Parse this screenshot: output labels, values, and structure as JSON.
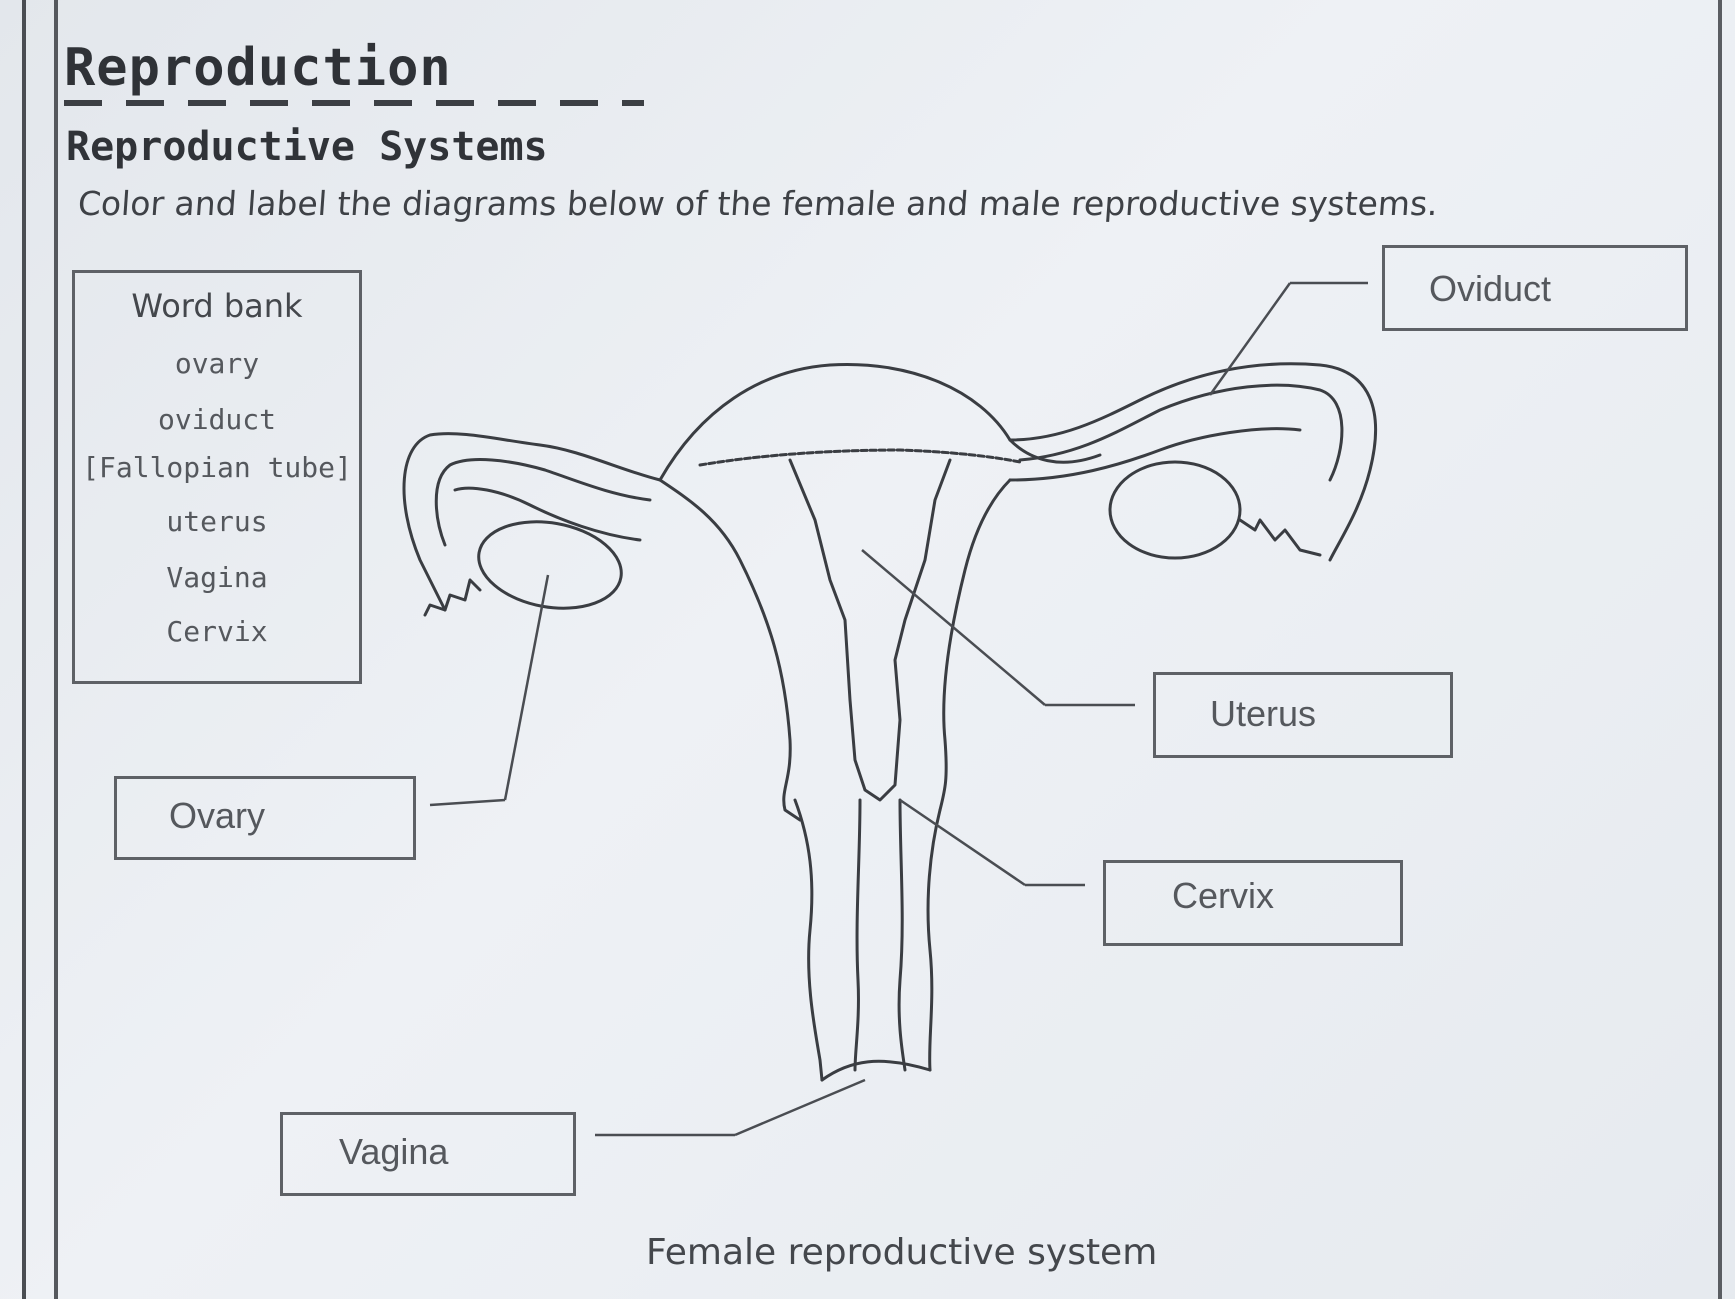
{
  "title": "Reproduction",
  "subtitle": "Reproductive Systems",
  "instructions": "Color and label the diagrams below of the female and male reproductive systems.",
  "word_bank": {
    "title": "Word bank",
    "items": [
      "ovary",
      "oviduct",
      "[Fallopian tube]",
      "uterus",
      "Vagina",
      "Cervix"
    ]
  },
  "labels": {
    "oviduct": "Oviduct",
    "uterus": "Uterus",
    "ovary": "Ovary",
    "cervix": "Cervix",
    "vagina": "Vagina"
  },
  "caption": "Female reproductive system"
}
